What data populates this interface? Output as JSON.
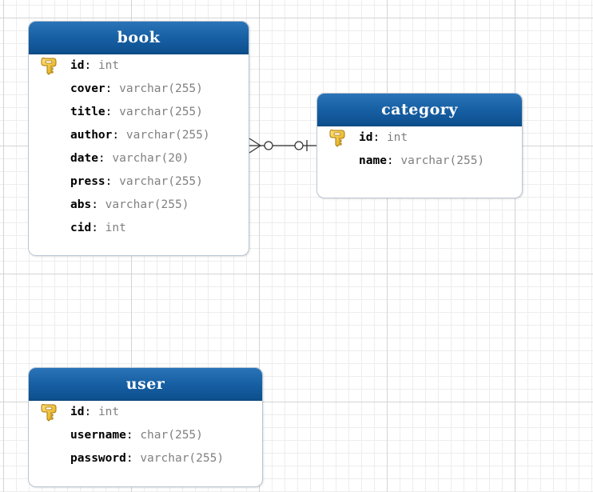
{
  "entities": {
    "book": {
      "title": "book",
      "fields": [
        {
          "name": "id",
          "type": "int",
          "key": true
        },
        {
          "name": "cover",
          "type": "varchar(255)",
          "key": false
        },
        {
          "name": "title",
          "type": "varchar(255)",
          "key": false
        },
        {
          "name": "author",
          "type": "varchar(255)",
          "key": false
        },
        {
          "name": "date",
          "type": "varchar(20)",
          "key": false
        },
        {
          "name": "press",
          "type": "varchar(255)",
          "key": false
        },
        {
          "name": "abs",
          "type": "varchar(255)",
          "key": false
        },
        {
          "name": "cid",
          "type": "int",
          "key": false
        }
      ]
    },
    "category": {
      "title": "category",
      "fields": [
        {
          "name": "id",
          "type": "int",
          "key": true
        },
        {
          "name": "name",
          "type": "varchar(255)",
          "key": false
        }
      ]
    },
    "user": {
      "title": "user",
      "fields": [
        {
          "name": "id",
          "type": "int",
          "key": true
        },
        {
          "name": "username",
          "type": "char(255)",
          "key": false
        },
        {
          "name": "password",
          "type": "varchar(255)",
          "key": false
        }
      ]
    }
  },
  "relationships": [
    {
      "from": "book",
      "to": "category",
      "from_cardinality": "zero-or-many",
      "to_cardinality": "zero-or-one"
    }
  ],
  "colors": {
    "header_top": "#2b74b7",
    "header_bottom": "#0d4f8c",
    "field_type": "#808080",
    "key_icon": "#f2c12e"
  }
}
